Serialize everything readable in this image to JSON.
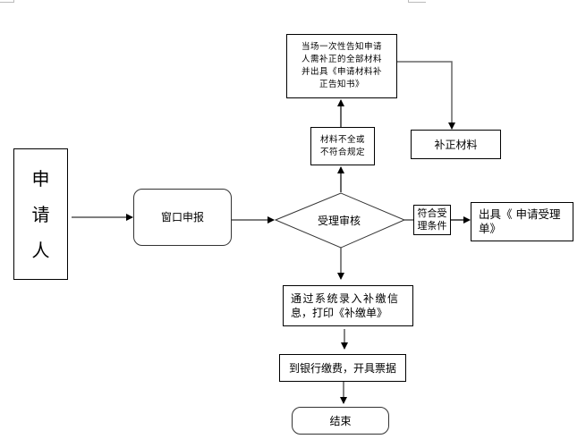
{
  "flowchart": {
    "applicant": "申\n请\n人",
    "applicant_chars": [
      "申",
      "请",
      "人"
    ],
    "window_submit": "窗口申报",
    "review": "受理审核",
    "incomplete_condition": "材料不全或\n不符合规定",
    "incomplete_condition_lines": [
      "材料不全或",
      "不符合规定"
    ],
    "notify_box_lines": [
      "当场一次性告知申请",
      "人需补正的全部材料",
      "并出具《申请材料补",
      "正告知书》"
    ],
    "supplement": "补正材料",
    "meets_condition_lines": [
      "符合受",
      "理条件"
    ],
    "issue_acceptance_lines": [
      "出具《 申请受理",
      "单》"
    ],
    "system_entry_lines": [
      "通过系统录入补缴信",
      "息，打印《补缴单》"
    ],
    "bank_payment": "到银行缴费，开具票据",
    "end": "结束"
  }
}
